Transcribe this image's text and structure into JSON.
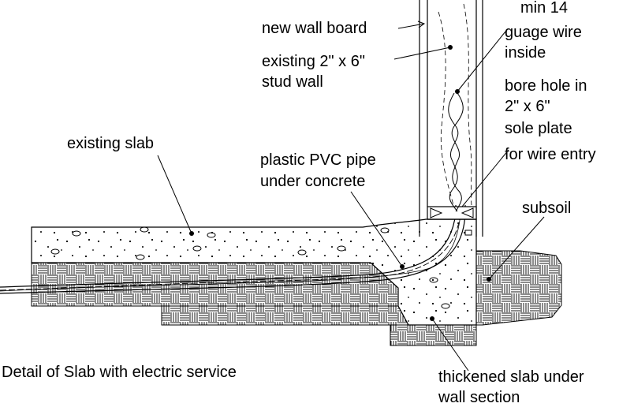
{
  "labels": {
    "new_wall_board": "new wall board",
    "existing_stud_line1": "existing 2\" x 6\"",
    "existing_stud_line2": "stud wall",
    "min_wire_line1": "min 14",
    "min_wire_line2": "guage wire",
    "min_wire_line3": "inside",
    "bore_line1": "bore hole in",
    "bore_line2": "2\" x 6\"",
    "bore_line3": "sole plate",
    "bore_line4": "for wire entry",
    "existing_slab": "existing slab",
    "pvc_line1": "plastic PVC pipe",
    "pvc_line2": "under concrete",
    "subsoil": "subsoil",
    "caption": "Detail of Slab with electric service",
    "thickened_line1": "thickened slab under",
    "thickened_line2": "wall section"
  },
  "colors": {
    "ink": "#000000",
    "paper": "#ffffff"
  }
}
